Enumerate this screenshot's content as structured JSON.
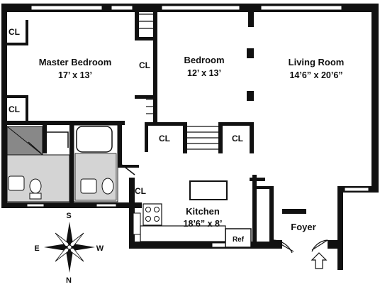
{
  "rooms": {
    "master_bedroom": {
      "name": "Master Bedroom",
      "dims": "17’ x 13’"
    },
    "bedroom": {
      "name": "Bedroom",
      "dims": "12’ x 13’"
    },
    "living_room": {
      "name": "Living Room",
      "dims": "14’6” x 20’6”"
    },
    "kitchen": {
      "name": "Kitchen",
      "dims": "18’6” x 8’"
    },
    "foyer": {
      "name": "Foyer"
    }
  },
  "closets": {
    "cl_1": "CL",
    "cl_2": "CL",
    "cl_3": "CL",
    "cl_4": "CL",
    "cl_5": "CL",
    "cl_6": "CL"
  },
  "appliances": {
    "ref": "Ref"
  },
  "compass": {
    "north": "N",
    "south": "S",
    "east": "E",
    "west": "W"
  }
}
